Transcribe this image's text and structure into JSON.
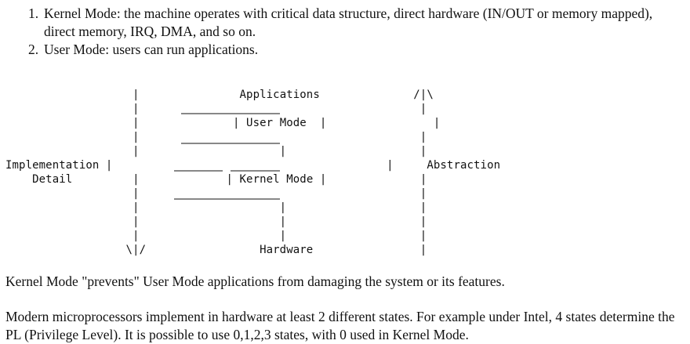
{
  "list": [
    {
      "num": "1.",
      "text": "Kernel Mode: the machine operates with critical data structure, direct hardware (IN/OUT or memory mapped), direct memory, IRQ, DMA, and so on."
    },
    {
      "num": "2.",
      "text": "User Mode: users can run applications."
    }
  ],
  "diagram": {
    "top_label": "Applications",
    "user_mode_box": "User Mode",
    "kernel_mode_box": "Kernel Mode",
    "bottom_label": "Hardware",
    "left_label_line1": "Implementation",
    "left_label_line2": "Detail",
    "right_label": "Abstraction"
  },
  "paragraphs": [
    "Kernel Mode \"prevents\" User Mode applications from damaging the system or its features.",
    "Modern microprocessors implement in hardware at least 2 different states. For example under Intel, 4 states determine the PL (Privilege Level). It is possible to use 0,1,2,3 states, with 0 used in Kernel Mode."
  ]
}
